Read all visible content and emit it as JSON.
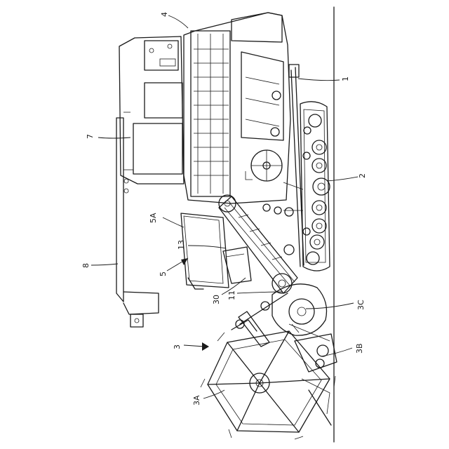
{
  "figure": {
    "subject": "combine harvester side view (patent line drawing, rotated)",
    "colors": {
      "line": "#1a1a1a",
      "background": "#ffffff"
    }
  },
  "labels": {
    "l1": "1",
    "l2": "2",
    "l3": "3",
    "l3A": "3A",
    "l3B": "3B",
    "l3C": "3C",
    "l4": "4",
    "l5": "5",
    "l5A": "5A",
    "l7": "7",
    "l8": "8",
    "l11": "11",
    "l13": "13",
    "l30": "30"
  }
}
